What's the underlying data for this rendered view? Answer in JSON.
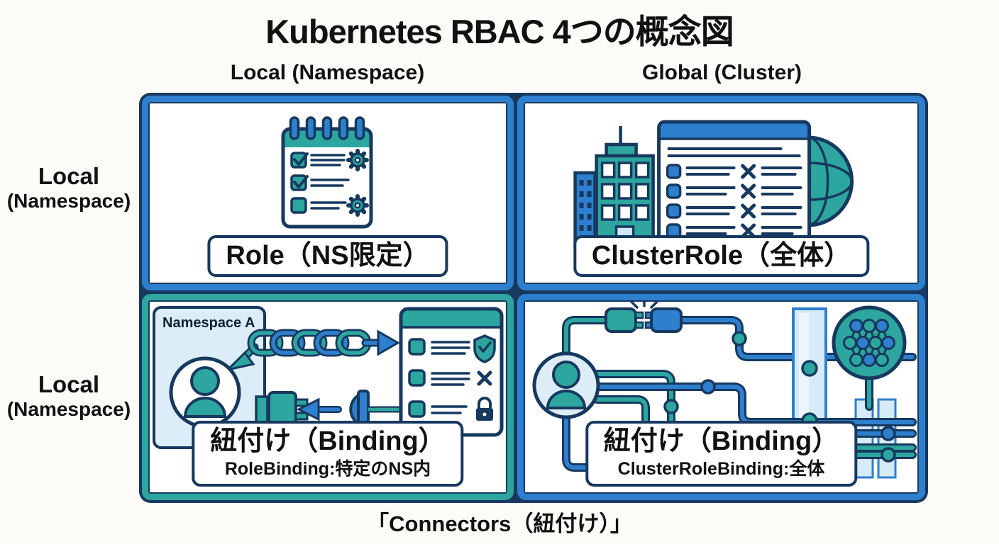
{
  "title": "Kubernetes RBAC 4つの概念図",
  "column_headers": [
    {
      "label": "Local (Namespace)"
    },
    {
      "label": "Global (Cluster)"
    }
  ],
  "row_headers": [
    {
      "line1": "Local",
      "line2": "(Namespace)"
    },
    {
      "line1": "Local",
      "line2": "(Namespace)"
    }
  ],
  "quadrants": {
    "role": {
      "label": "Role（NS限定）",
      "icon": "checklist-with-gears-icon"
    },
    "cluster_role": {
      "label": "ClusterRole（全体）",
      "icon": "building-document-globe-icon"
    },
    "role_binding": {
      "label": "紐付け（Binding）",
      "sublabel": "RoleBinding:特定のNS内",
      "namespace_tag": "Namespace A",
      "icon": "user-chain-plug-checklist-icon"
    },
    "cluster_role_binding": {
      "label": "紐付け（Binding）",
      "sublabel": "ClusterRoleBinding:全体",
      "icon": "user-pipe-network-globe-icon"
    }
  },
  "caption": "「Connectors（紐付け）」",
  "colors": {
    "teal": "#2CA69E",
    "blue": "#2E7FCD",
    "navy": "#17395F",
    "light_blue": "#D9ECF8",
    "text": "#111111",
    "background": "#FCFBF8"
  }
}
